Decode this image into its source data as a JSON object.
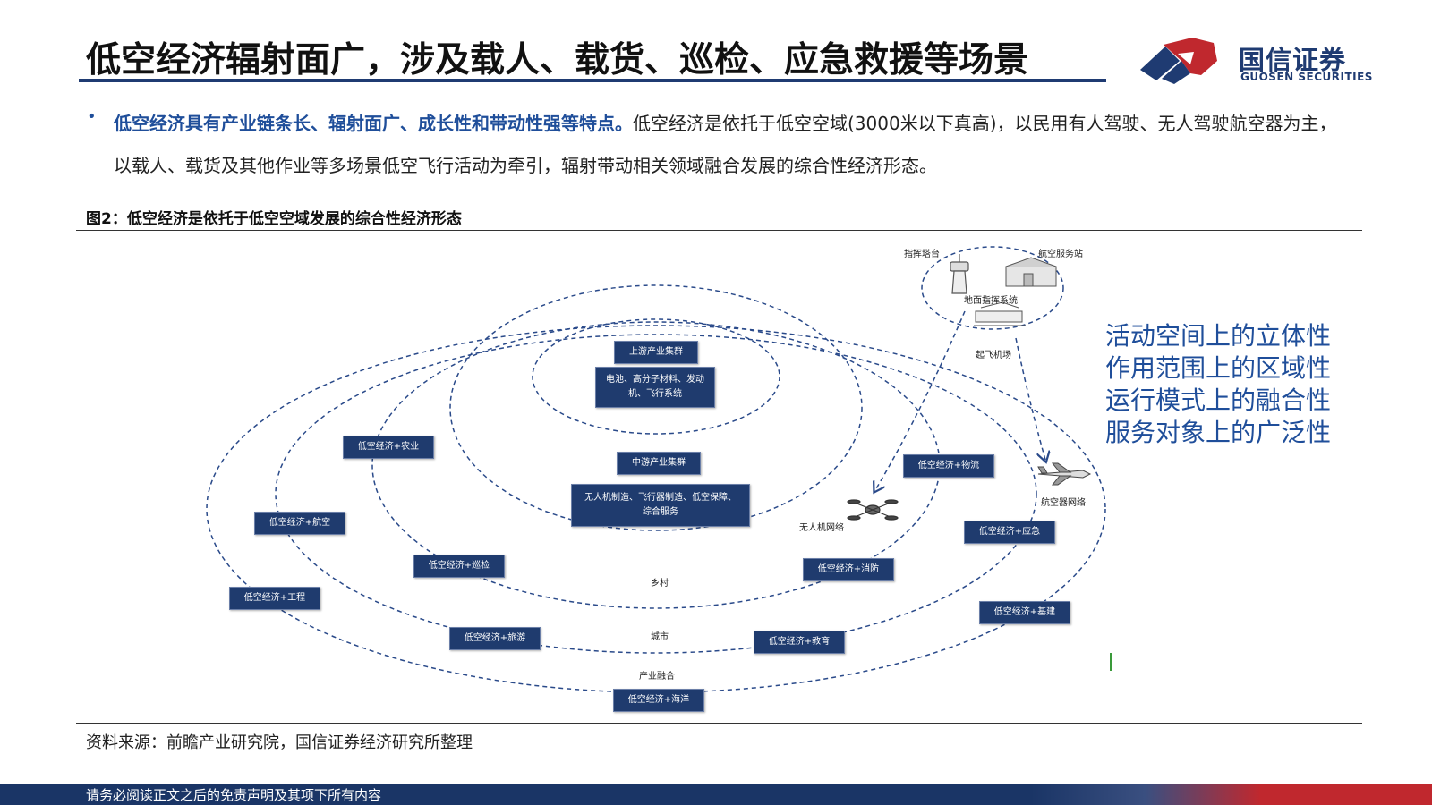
{
  "header": {
    "title": "低空经济辐射面广，涉及载人、载货、巡检、应急救援等场景",
    "logo_cn": "国信证券",
    "logo_en": "GUOSEN SECURITIES"
  },
  "bullet": {
    "strong": "低空经济具有产业链条长、辐射面广、成长性和带动性强等特点。",
    "text": "低空经济是依托于低空空域(3000米以下真高)，以民用有人驾驶、无人驾驶航空器为主，以载人、载货及其他作业等多场景低空飞行活动为牵引，辐射带动相关领域融合发展的综合性经济形态。"
  },
  "figure": {
    "caption": "图2：低空经济是依托于低空空域发展的综合性经济形态",
    "upstream_title": "上游产业集群",
    "upstream_desc": "电池、高分子材料、发动机、飞行系统",
    "midstream_title": "中游产业集群",
    "midstream_desc": "无人机制造、飞行器制造、低空保障、综合服务",
    "ring_labels": [
      "乡村",
      "城市",
      "产业融合"
    ],
    "scenarios": [
      "低空经济+农业",
      "低空经济+航空",
      "低空经济+巡检",
      "低空经济+工程",
      "低空经济+旅游",
      "低空经济+海洋",
      "低空经济+教育",
      "低空经济+消防",
      "低空经济+物流",
      "低空经济+应急",
      "低空经济+基建"
    ],
    "ground": {
      "tower": "指挥塔台",
      "service": "航空服务站",
      "system": "地面指挥系统",
      "airport": "起飞机场"
    },
    "drone_network": "无人机网络",
    "aircraft_network": "航空器网络"
  },
  "features": [
    "活动空间上的立体性",
    "作用范围上的区域性",
    "运行模式上的融合性",
    "服务对象上的广泛性"
  ],
  "source": "资料来源：前瞻产业研究院，国信证券经济研究所整理",
  "footer": "请务必阅读正文之后的免责声明及其项下所有内容",
  "colors": {
    "brand_blue": "#1f3b72",
    "accent_blue": "#1f4e9a",
    "box_navy": "#1f3b6e",
    "brand_red": "#c0282e"
  }
}
